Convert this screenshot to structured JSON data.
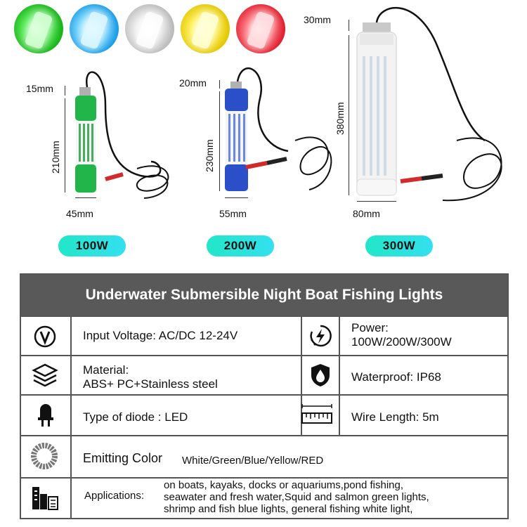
{
  "color_swatches": [
    {
      "name": "green",
      "color": "#2bd12b"
    },
    {
      "name": "blue",
      "color": "#36b6ff"
    },
    {
      "name": "white",
      "color": "#dcdcdc"
    },
    {
      "name": "yellow",
      "color": "#f2e01c"
    },
    {
      "name": "red",
      "color": "#f03a45"
    }
  ],
  "products": [
    {
      "cap": "15mm",
      "length": "210mm",
      "diameter": "45mm",
      "watt": "100W",
      "body_color": "#21b94a",
      "pill_color": "#25e1d3"
    },
    {
      "cap": "20mm",
      "length": "230mm",
      "diameter": "55mm",
      "watt": "200W",
      "body_color": "#2a4fc9",
      "pill_color": "#25e1d3"
    },
    {
      "cap": "30mm",
      "length": "380mm",
      "diameter": "80mm",
      "watt": "300W",
      "body_color": "#f0f0f0",
      "pill_color": "#25e1d3"
    }
  ],
  "table": {
    "title": "Underwater Submersible Night Boat Fishing Lights",
    "input_voltage": "Input Voltage: AC/DC 12-24V",
    "power_label": "Power:",
    "power_value": "100W/200W/300W",
    "material_label": "Material:",
    "material_value": "ABS+ PC+Stainless steel",
    "waterproof": "Waterproof: IP68",
    "diode": "Type of diode : LED",
    "wire_length": "Wire Length: 5m",
    "emitting_label": "Emitting Color",
    "emitting_value": "White/Green/Blue/Yellow/RED",
    "applications_label": "Applications:",
    "applications_lines": [
      "on boats, kayaks, docks or aquariums,pond fishing,",
      "seawater and fresh water,Squid and salmon green lights,",
      "shrimp and fish blue lights, general fishing white light,"
    ]
  }
}
